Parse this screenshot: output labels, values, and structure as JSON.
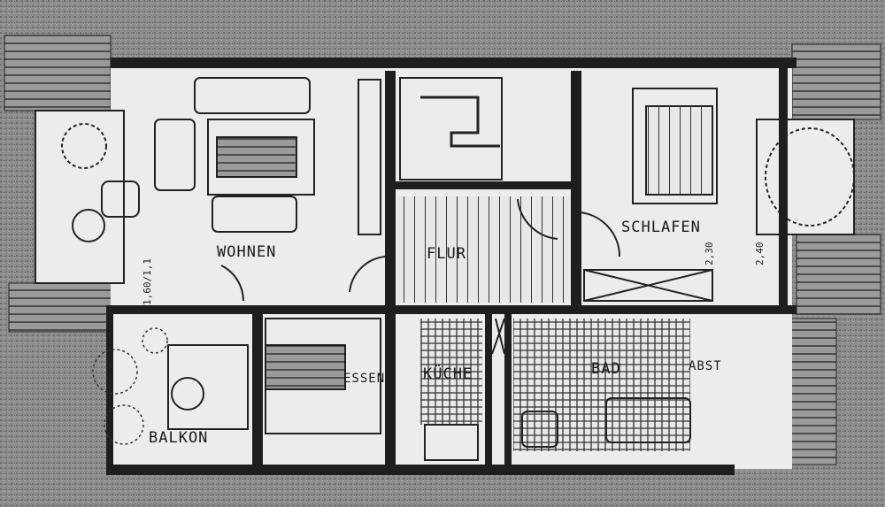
{
  "rooms": {
    "wohnen": "WOHNEN",
    "flur": "FLUR",
    "schlafen": "SCHLAFEN",
    "essen": "ESSEN",
    "kueche": "KÜCHE",
    "bad": "BAD",
    "abst": "ABST",
    "balkon": "BALKON"
  },
  "dimensions": {
    "wohnen_window": "1,60/1,1",
    "schlafen_window_a": "2,30",
    "schlafen_window_b": "2,40"
  },
  "colors": {
    "background": "#8a8a8a",
    "paper": "#ececea",
    "wall": "#1e1e1e"
  }
}
